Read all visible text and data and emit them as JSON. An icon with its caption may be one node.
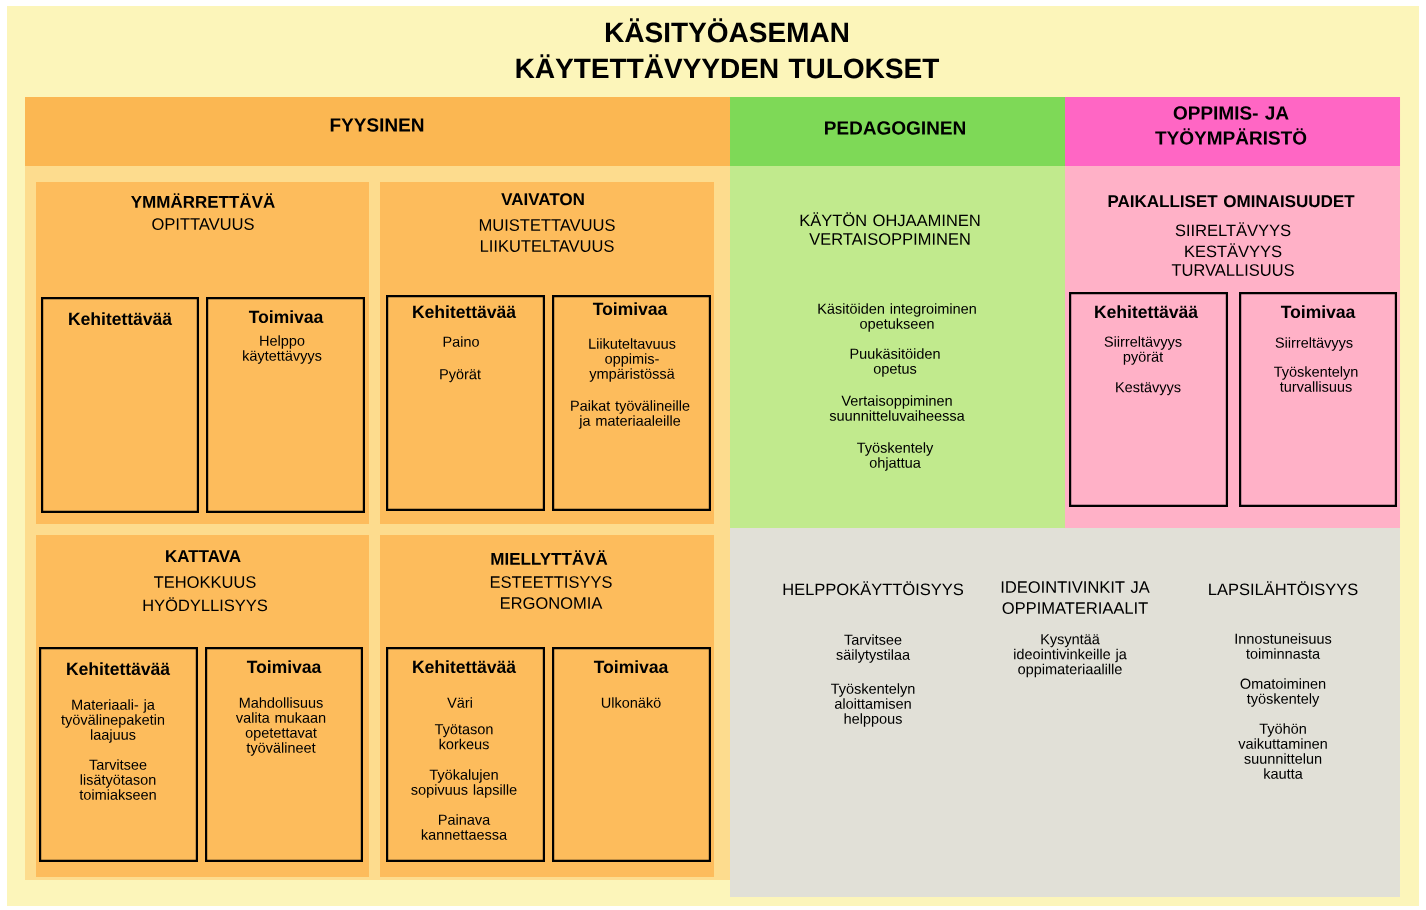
{
  "diagram": {
    "title": "KÄSITYÖASEMAN KÄYTETTÄVYYDEN TULOKSET",
    "nodes": [
      {
        "text": [
          "FYYSINEN"
        ]
      },
      {
        "text": [
          "YMMÄRRETTÄVÄ",
          "OPITTAVUUS"
        ],
        "in": 0
      },
      {
        "text": [
          "Kehitettävää"
        ],
        "in": 1
      },
      {
        "text": [
          "Toimivaa",
          "Helppo käytettävyys"
        ],
        "in": 1
      },
      {
        "text": [
          "VAIVATON",
          "MUISTETTAVUUS",
          "LIIKUTELTAVUUS"
        ],
        "in": 0
      },
      {
        "text": [
          "Kehitettävää",
          "Paino",
          "Pyörät"
        ],
        "in": 4
      },
      {
        "text": [
          "Toimivaa",
          "Liikuteltavuus oppimis-ympäristössä",
          "Paikat työvälineille ja materiaaleille"
        ],
        "in": 4
      },
      {
        "text": [
          "KATTAVA",
          "TEHOKKUUS",
          "HYÖDYLLISYYS"
        ],
        "in": 0
      },
      {
        "text": [
          "Kehitettävää",
          "Materiaali- ja työvälinepaketin laajuus",
          "Tarvitsee lisätyötason toimiakseen"
        ],
        "in": 7
      },
      {
        "text": [
          "Toimivaa",
          "Mahdollisuus valita mukaan opetettavat työvälineet"
        ],
        "in": 7
      },
      {
        "text": [
          "MIELLYTTÄVÄ",
          "ESTEETTISYYS",
          "ERGONOMIA"
        ],
        "in": 0
      },
      {
        "text": [
          "Kehitettävää",
          "Väri",
          "Työtason korkeus",
          "Työkalujen sopivuus lapsille",
          "Painava kannettaessa"
        ],
        "in": 10
      },
      {
        "text": [
          "Toimivaa",
          "Ulkonäkö"
        ],
        "in": 10
      },
      {
        "text": [
          "PEDAGOGINEN",
          "KÄYTÖN OHJAAMINEN",
          "VERTAISOPPIMINEN",
          "Käsitöiden integroiminen opetukseen",
          "Puukäsitöiden opetus",
          "Vertaisoppiminen suunnitteluvaiheessa",
          "Työskentely ohjattua"
        ]
      },
      {
        "text": [
          "OPPIMIS- JA TYÖYMPÄRISTÖ",
          "PAIKALLISET OMINAISUUDET",
          "SIIRELTÄVYYS",
          "KESTÄVYYS",
          "TURVALLISUUS"
        ]
      },
      {
        "text": [
          "Kehitettävää",
          "Siirreltävyys pyörät",
          "Kestävyys"
        ],
        "in": 14
      },
      {
        "text": [
          "Toimivaa",
          "Siirreltävyys",
          "Työskentelyn turvallisuus"
        ],
        "in": 14
      },
      {
        "text": [
          "HELPPOKÄYTTÖISYYS",
          "Tarvitsee säilytystilaa",
          "Työskentelyn aloittamisen helppous",
          "IDEOINTIVINKIT JA OPPIMATERIAALIT",
          "Kysyntää ideointivinkeille ja oppimateriaalille",
          "LAPSILÄHTÖISYYS",
          "Innostuneisuus toiminnasta",
          "Omatoiminen työskentely",
          "Työhön vaikuttaminen suunnittelun kautta"
        ]
      }
    ]
  }
}
